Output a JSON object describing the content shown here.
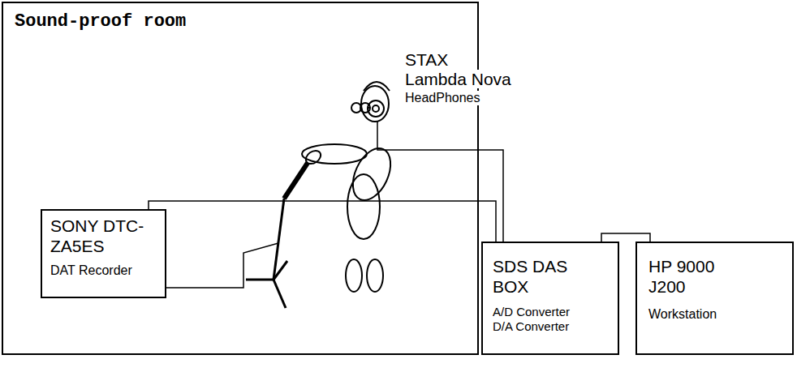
{
  "diagram": {
    "nodes": [
      {
        "text": [
          "Sound-proof room"
        ]
      },
      {
        "text": [
          "SONY DTC-ZA5ES",
          "DAT Recorder"
        ],
        "in": 0
      },
      {
        "text": [
          "SDS DAS BOX",
          "A/D Converter D/A Converter"
        ]
      },
      {
        "text": [
          "HP 9000 J200",
          "Workstation"
        ]
      }
    ],
    "edges": [
      {
        "from": 1,
        "to": 2,
        "arrow": "none"
      },
      {
        "from": 2,
        "to": 3,
        "arrow": "none"
      }
    ],
    "labels": [
      "STAX",
      "Lambda Nova",
      "HeadPhones"
    ]
  }
}
